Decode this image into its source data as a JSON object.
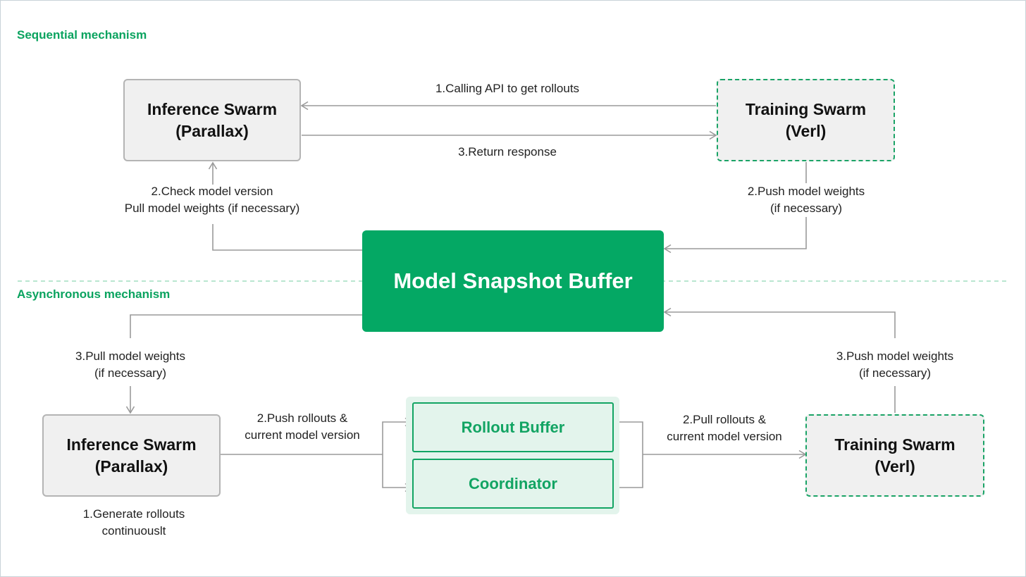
{
  "sections": {
    "sequential": "Sequential mechanism",
    "asynchronous": "Asynchronous mechanism"
  },
  "sequential": {
    "inference": {
      "line1": "Inference Swarm",
      "line2": "(Parallax)"
    },
    "training": {
      "line1": "Training Swarm",
      "line2": "(Verl)"
    },
    "step1": "1.Calling API to get rollouts",
    "step3": "3.Return response",
    "step2_left": {
      "line1": "2.Check model version",
      "line2": "Pull model weights (if necessary)"
    },
    "step2_right": {
      "line1": "2.Push model weights",
      "line2": "(if necessary)"
    }
  },
  "snapshot_buffer": "Model Snapshot Buffer",
  "asynchronous": {
    "inference": {
      "line1": "Inference Swarm",
      "line2": "(Parallax)"
    },
    "training": {
      "line1": "Training Swarm",
      "line2": "(Verl)"
    },
    "rollout_buffer": "Rollout Buffer",
    "coordinator": "Coordinator",
    "step1": {
      "line1": "1.Generate rollouts",
      "line2": "continuouslt"
    },
    "step2_push": {
      "line1": "2.Push rollouts &",
      "line2": "current model version"
    },
    "step2_pull": {
      "line1": "2.Pull rollouts &",
      "line2": "current model version"
    },
    "step3_pull": {
      "line1": "3.Pull model weights",
      "line2": "(if necessary)"
    },
    "step3_push": {
      "line1": "3.Push model weights",
      "line2": "(if necessary)"
    }
  },
  "colors": {
    "accent_green": "#04a864",
    "label_green": "#0aa35f",
    "light_green": "#e3f4ec",
    "box_gray": "#f0f0f0",
    "border_gray": "#b4b4b4",
    "arrow_gray": "#9a9a9a"
  }
}
